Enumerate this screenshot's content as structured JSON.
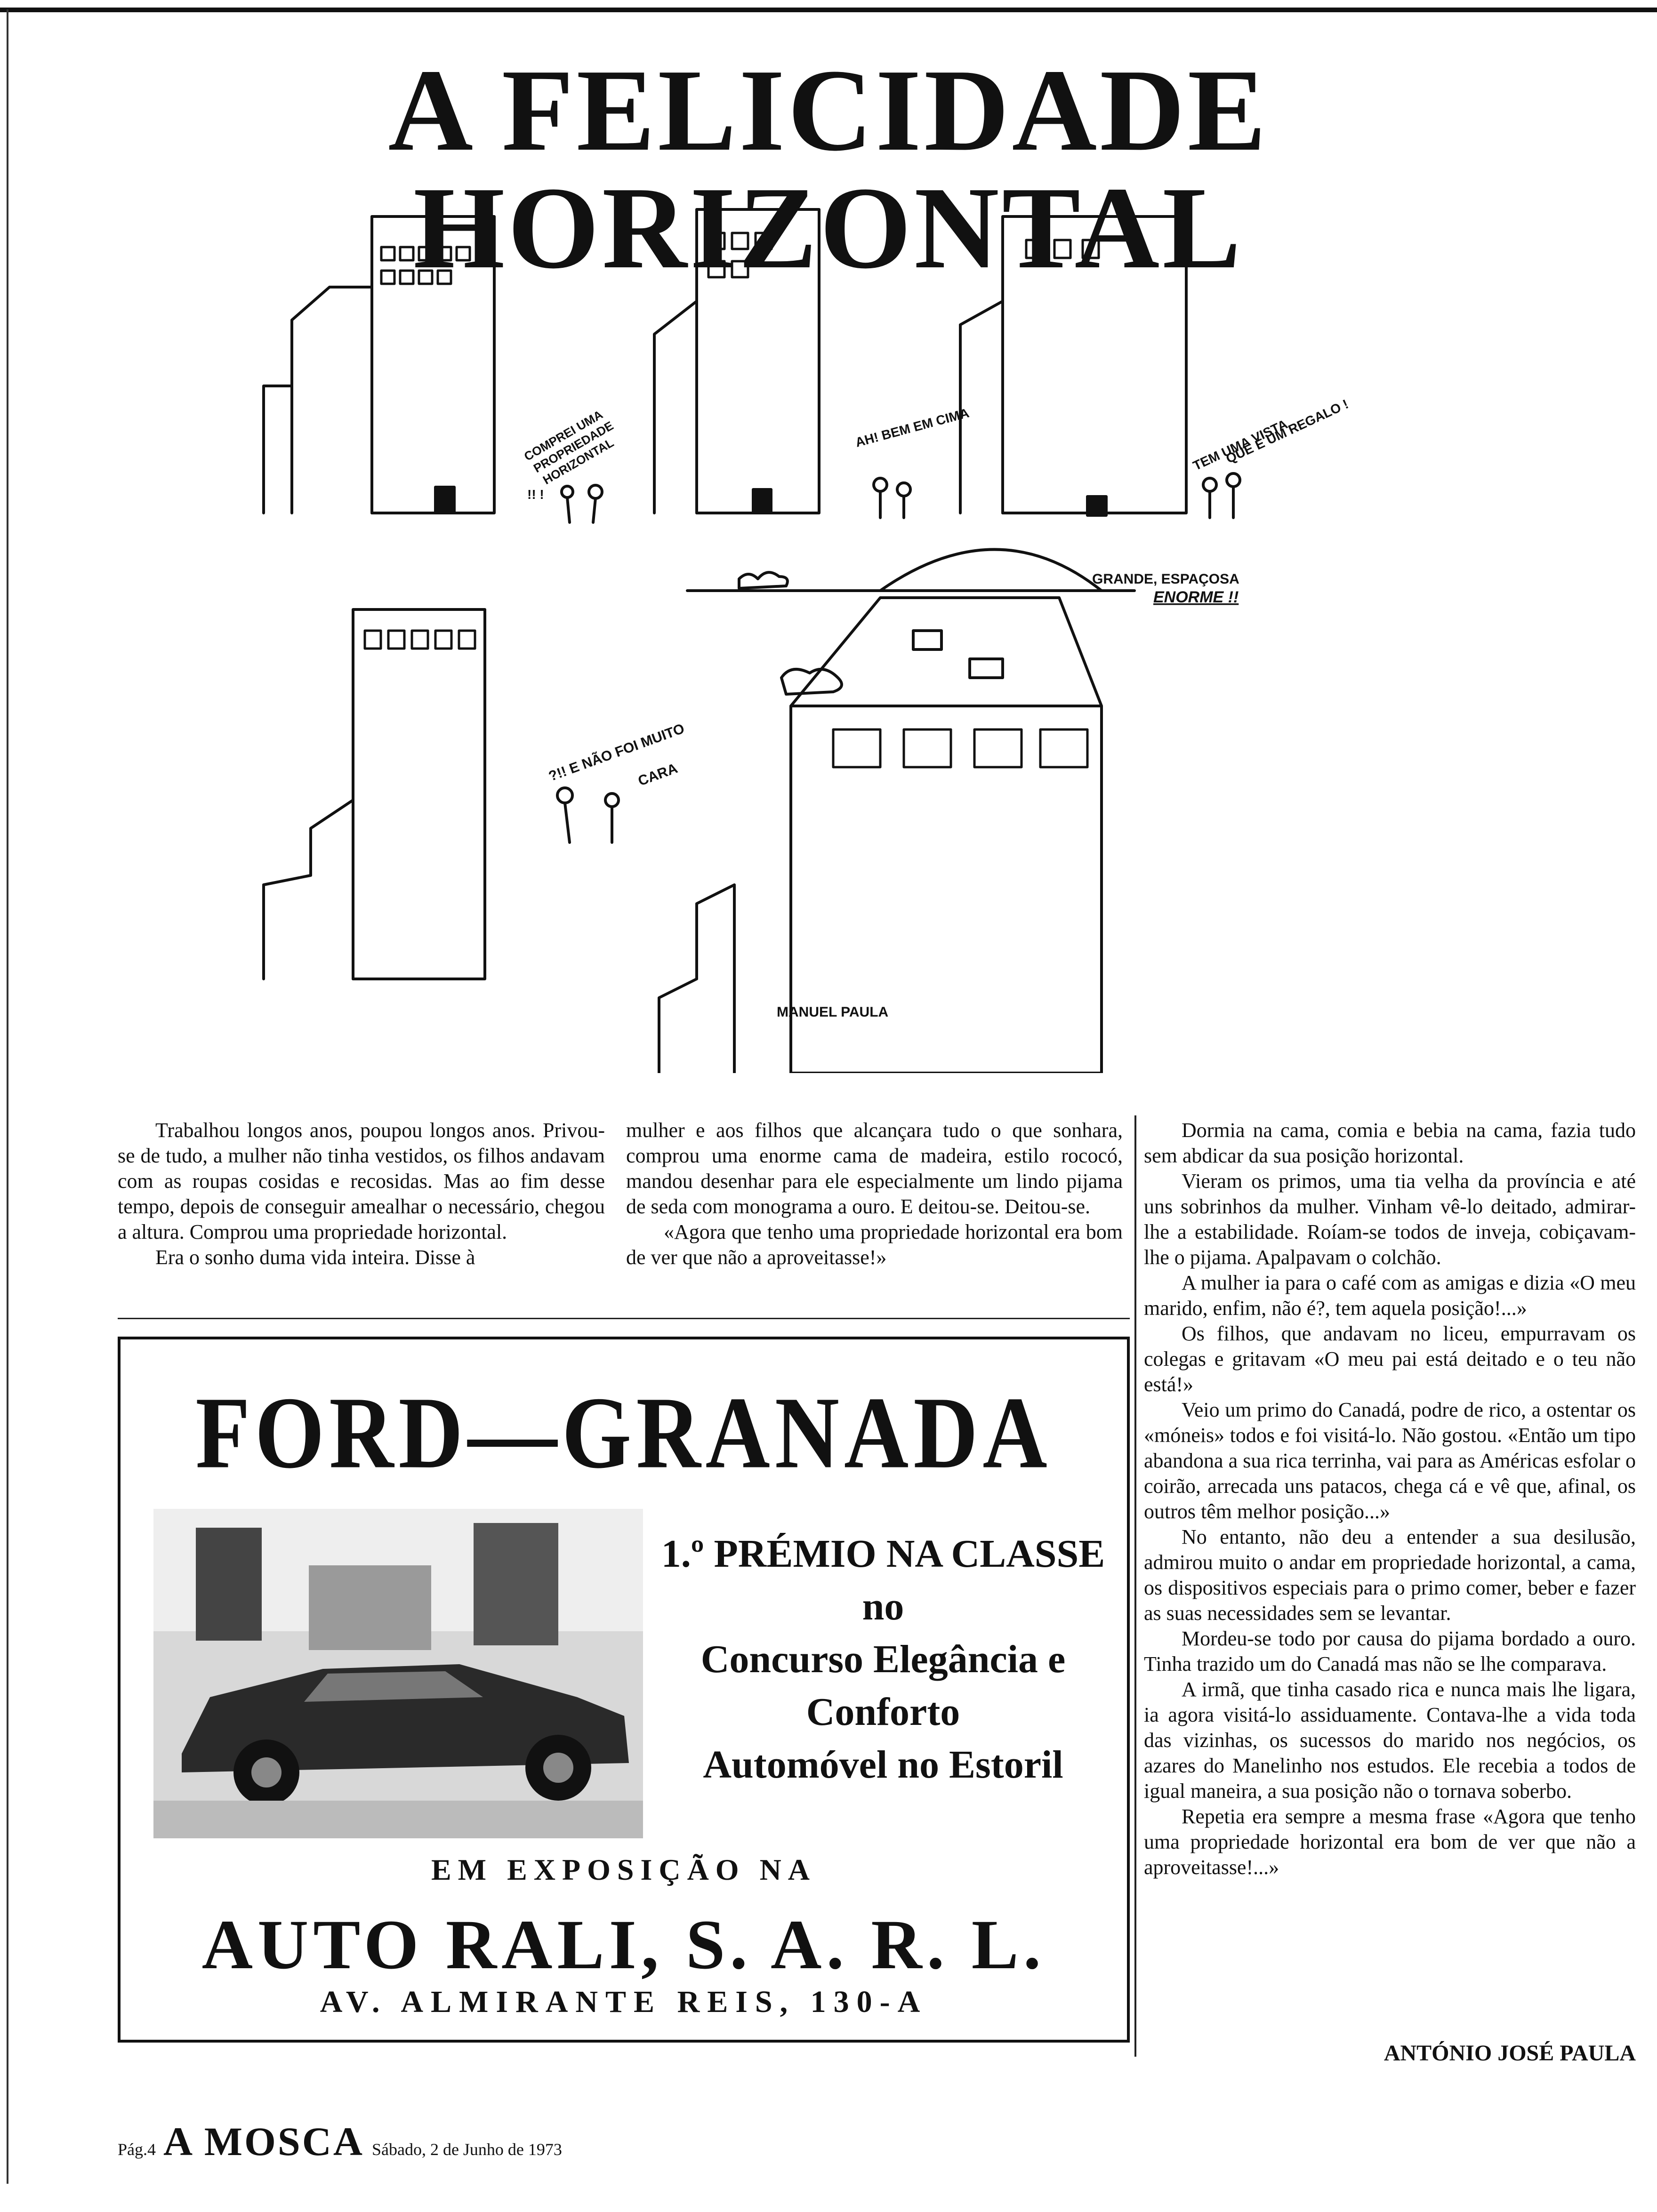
{
  "headline": "A FELICIDADE HORIZONTAL",
  "cartoon": {
    "speech_1": [
      "COMPREI UMA",
      "PROPRIEDADE",
      "HORIZONTAL"
    ],
    "exclaim_1": "!! !",
    "speech_2": "AH! BEM EM CIMA",
    "speech_3a": "TEM UMA VISTA",
    "speech_3b": "QUE É UM REGALO !",
    "speech_4a": "GRANDE, ESPAÇOSA",
    "speech_4b": "ENORME !!",
    "speech_5a": "?!! E NÃO FOI MUITO",
    "speech_5b": "CARA",
    "signature": "MANUEL PAULA"
  },
  "article": {
    "col1": [
      "Trabalhou longos anos, poupou longos anos. Privou-se de tudo, a mulher não tinha vestidos, os filhos andavam com as roupas cosidas e recosidas. Mas ao fim desse tempo, depois de conseguir amealhar o necessário, chegou a altura. Comprou uma propriedade horizontal.",
      "Era o sonho duma vida inteira. Disse à"
    ],
    "col2": [
      "mulher e aos filhos que alcançara tudo o que sonhara, comprou uma enorme cama de madeira, estilo rococó, mandou desenhar para ele especialmente um lindo pijama de seda com monograma a ouro. E deitou-se. Deitou-se.",
      "«Agora que tenho uma propriedade horizontal era bom de ver que não a aproveitasse!»"
    ],
    "col3": [
      "Dormia na cama, comia e bebia na cama, fazia tudo sem abdicar da sua posição horizontal.",
      "Vieram os primos, uma tia velha da província e até uns sobrinhos da mulher. Vinham vê-lo deitado, admirar-lhe a estabilidade. Roíam-se todos de inveja, cobiçavam-lhe o pijama. Apalpavam o colchão.",
      "A mulher ia para o café com as amigas e dizia «O meu marido, enfim, não é?, tem aquela posição!...»",
      "Os filhos, que andavam no liceu, empurravam os colegas e gritavam «O meu pai está deitado e o teu não está!»",
      "Veio um primo do Canadá, podre de rico, a ostentar os «móneis» todos e foi visitá-lo. Não gostou. «Então um tipo abandona a sua rica terrinha, vai para as Américas esfolar o coirão, arrecada uns patacos, chega cá e vê que, afinal, os outros têm melhor posição...»",
      "No entanto, não deu a entender a sua desilusão, admirou muito o andar em propriedade horizontal, a cama, os dispositivos especiais para o primo comer, beber e fazer as suas necessidades sem se levantar.",
      "Mordeu-se todo por causa do pijama bordado a ouro. Tinha trazido um do Canadá mas não se lhe comparava.",
      "A irmã, que tinha casado rica e nunca mais lhe ligara, ia agora visitá-lo assiduamente. Contava-lhe a vida toda das vizinhas, os sucessos do marido nos negócios, os azares do Manelinho nos estudos. Ele recebia a todos de igual maneira, a sua posição não o tornava soberbo.",
      "Repetia era sempre a mesma frase «Agora que tenho uma propriedade horizontal era bom de ver que não a aproveitasse!...»"
    ],
    "author": "ANTÓNIO JOSÉ PAULA"
  },
  "ad": {
    "title": "FORD—GRANADA",
    "prize_lines": [
      "1.º PRÉMIO NA CLASSE",
      "no",
      "Concurso Elegância e Conforto",
      "Automóvel no Estoril"
    ],
    "exposicao": "EM EXPOSIÇÃO NA",
    "dealer": "AUTO RALI, S. A. R. L.",
    "address": "AV. ALMIRANTE REIS, 130-A"
  },
  "footer": {
    "page": "Pág.4",
    "masthead": "A MOSCA",
    "date": "Sábado, 2 de Junho de 1973"
  }
}
